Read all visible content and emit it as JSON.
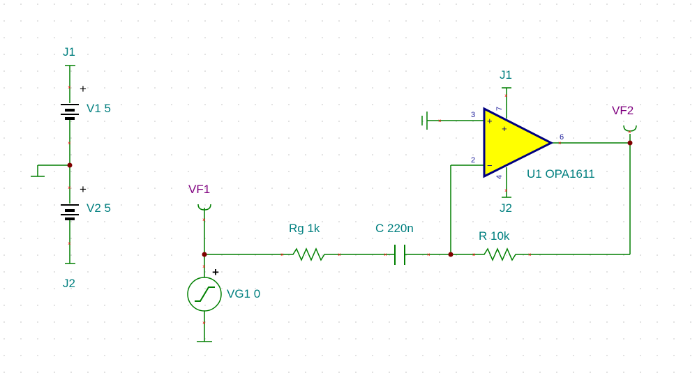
{
  "colors": {
    "wire": "#007f00",
    "label": "#007f7f",
    "probe": "#7f007f",
    "opamp_fill": "#ffff00",
    "opamp_stroke": "#000080",
    "node": "#7f0000",
    "pin_mark": "#ff0000",
    "grid_dot": "#c0c0c0"
  },
  "labels": {
    "j1_top": "J1",
    "v1": "V1 5",
    "v2": "V2 5",
    "j2_bottom": "J2",
    "vf1": "VF1",
    "vg1": "VG1 0",
    "rg": "Rg 1k",
    "c": "C 220n",
    "r": "R 10k",
    "u1": "U1 OPA1611",
    "j1_opamp": "J1",
    "j2_opamp": "J2",
    "vf2": "VF2",
    "plus": "+"
  },
  "pins": {
    "p3": "3",
    "p2": "2",
    "p6": "6",
    "p7": "7",
    "p4": "4"
  },
  "symbols": {
    "opamp_plus": "+",
    "opamp_minus": "−",
    "opamp_inner_plus": "+"
  }
}
